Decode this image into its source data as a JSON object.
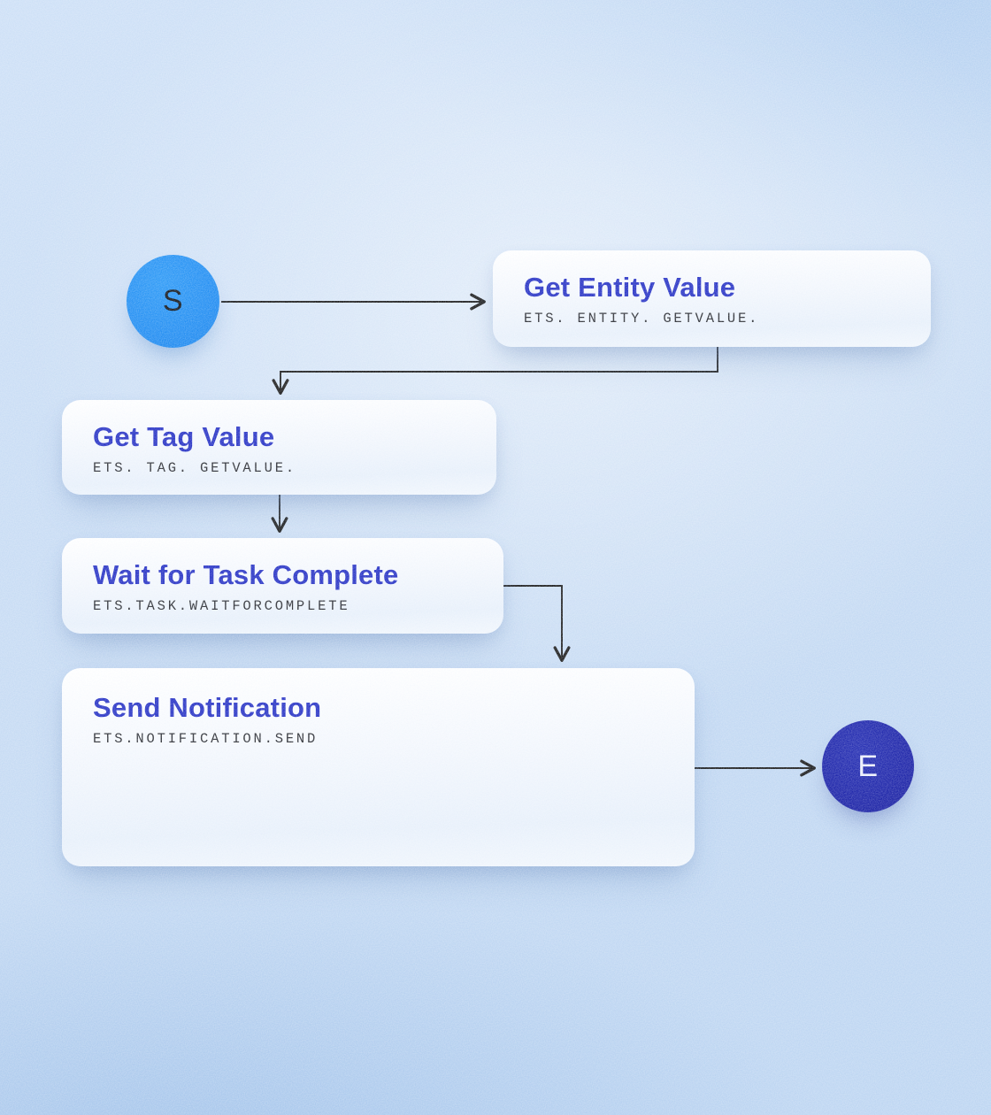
{
  "diagram": {
    "start": {
      "label": "S",
      "color": "#2590f3"
    },
    "end": {
      "label": "E",
      "color": "#1e25a9"
    },
    "nodes": [
      {
        "id": "get-entity-value",
        "title": "Get Entity Value",
        "code": "ETS. ENTITY. GETVALUE."
      },
      {
        "id": "get-tag-value",
        "title": "Get Tag Value",
        "code": "ETS. TAG. GETVALUE."
      },
      {
        "id": "wait-for-task-complete",
        "title": "Wait for Task Complete",
        "code": "ETS.TASK.WAITFORCOMPLETE"
      },
      {
        "id": "send-notification",
        "title": "Send Notification",
        "code": "ETS.NOTIFICATION.SEND"
      }
    ],
    "edges": [
      {
        "from": "start",
        "to": "get-entity-value"
      },
      {
        "from": "get-entity-value",
        "to": "get-tag-value"
      },
      {
        "from": "get-tag-value",
        "to": "wait-for-task-complete"
      },
      {
        "from": "wait-for-task-complete",
        "to": "send-notification"
      },
      {
        "from": "send-notification",
        "to": "end"
      }
    ],
    "colors": {
      "title_text": "#2b36c6",
      "code_text": "#2e3036",
      "connector": "#1f1f1f",
      "background": "#c8dcf4"
    }
  }
}
